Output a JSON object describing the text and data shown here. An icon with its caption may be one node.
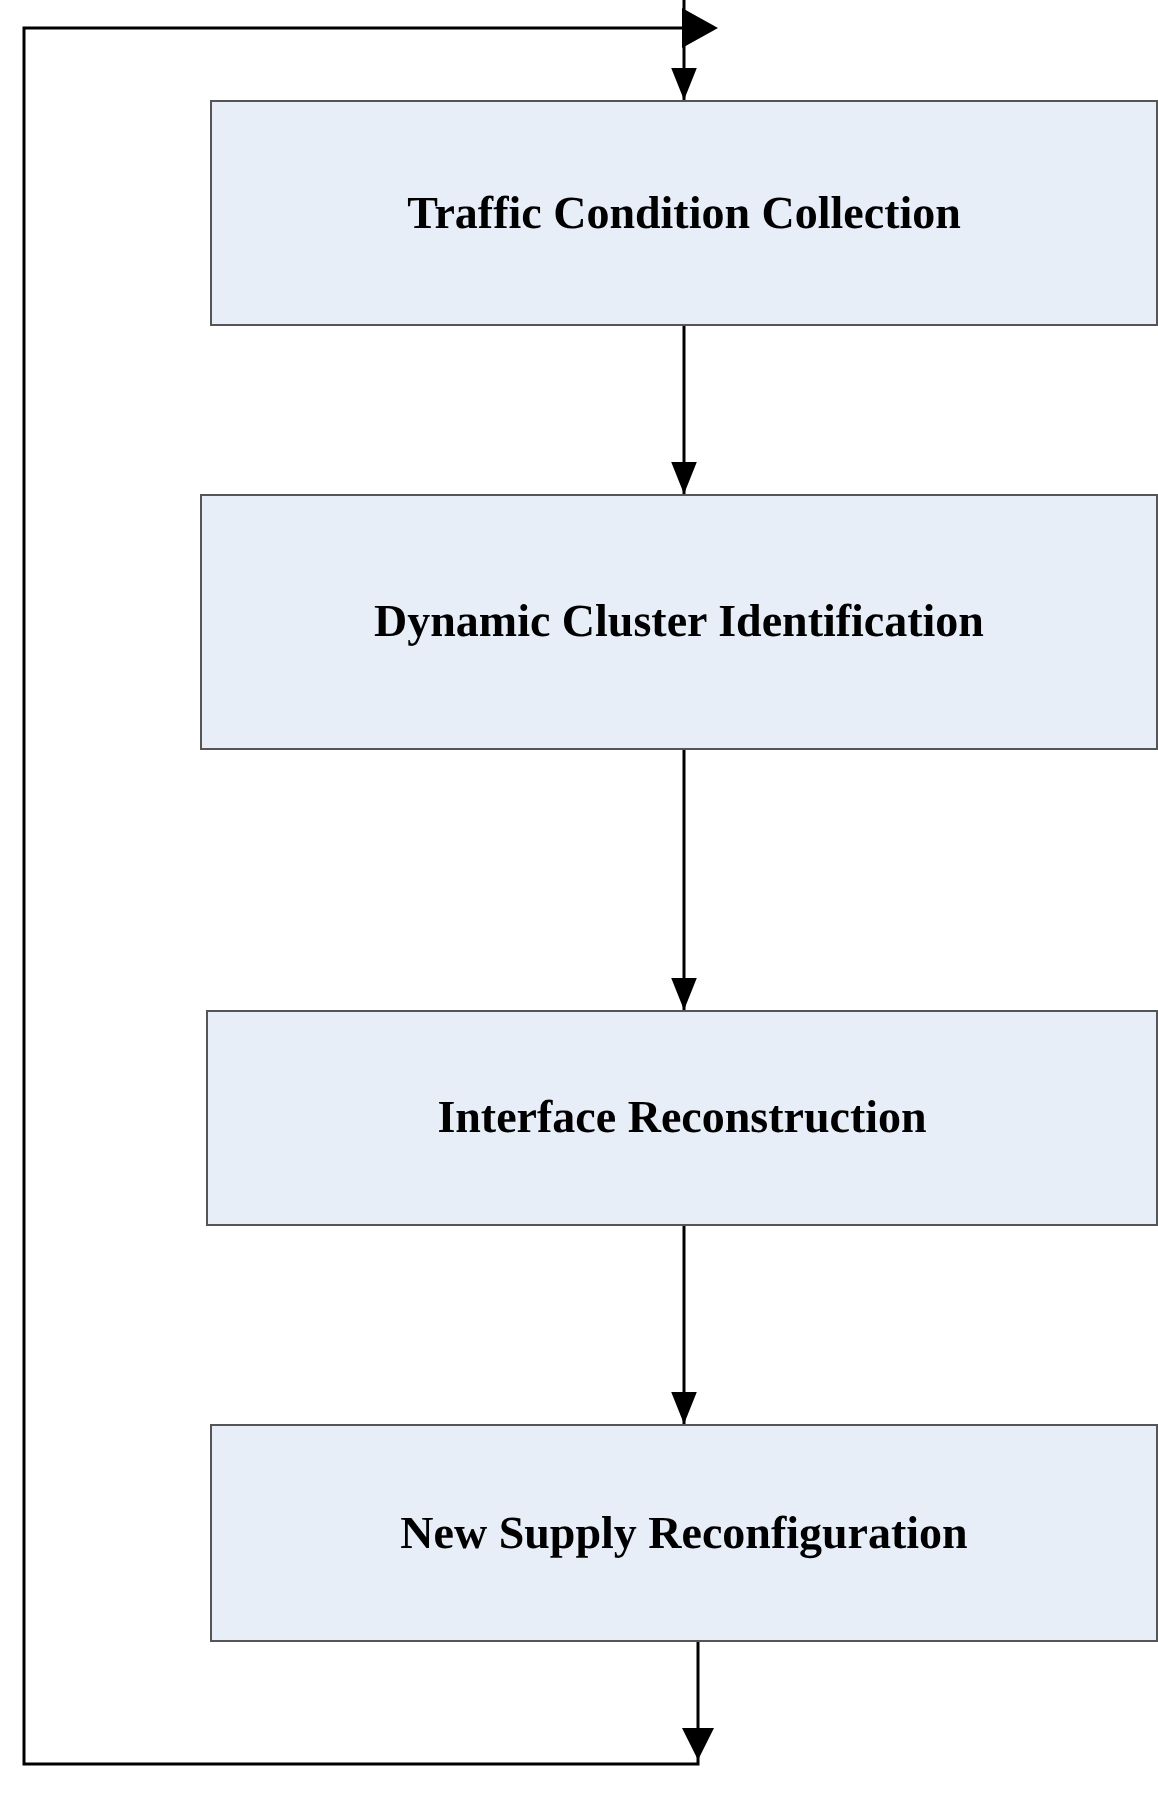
{
  "diagram": {
    "nodes": [
      {
        "text": [
          "Traffic Condition Collection"
        ]
      },
      {
        "text": [
          "Dynamic Cluster Identification"
        ]
      },
      {
        "text": [
          "Interface Reconstruction"
        ]
      },
      {
        "text": [
          "New Supply Reconfiguration"
        ]
      }
    ],
    "edges": [
      {
        "from": 0,
        "to": 1,
        "arrow": "to"
      },
      {
        "from": 1,
        "to": 2,
        "arrow": "to"
      },
      {
        "from": 2,
        "to": 3,
        "arrow": "to"
      },
      {
        "from": 3,
        "to": 0,
        "arrow": "to"
      }
    ]
  }
}
